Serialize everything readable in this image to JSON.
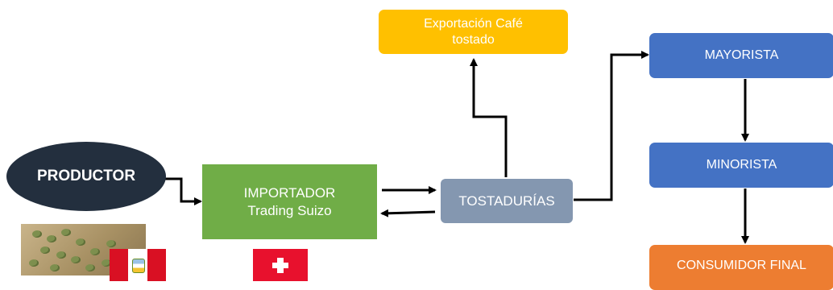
{
  "nodes": {
    "productor": {
      "label": "PRODUCTOR",
      "color": "#232f3e"
    },
    "importador": {
      "line1": "IMPORTADOR",
      "line2": "Trading Suizo",
      "color": "#70ad47"
    },
    "tostadurias": {
      "label": "TOSTADURÍAS",
      "color": "#8497b0"
    },
    "exportacion": {
      "line1": "Exportación Café",
      "line2": "tostado",
      "color": "#ffc000"
    },
    "mayorista": {
      "label": "MAYORISTA",
      "color": "#4472c4"
    },
    "minorista": {
      "label": "MINORISTA",
      "color": "#4472c4"
    },
    "consumidor": {
      "label": "CONSUMIDOR FINAL",
      "color": "#ed7d31"
    }
  },
  "images": {
    "coffee": "green-coffee-beans-sack-image",
    "peru_flag": "peru-flag-icon",
    "swiss_flag": "switzerland-flag-icon"
  },
  "edges": [
    {
      "from": "productor",
      "to": "importador"
    },
    {
      "from": "importador",
      "to": "tostadurias"
    },
    {
      "from": "tostadurias",
      "to": "importador"
    },
    {
      "from": "tostadurias",
      "to": "exportacion"
    },
    {
      "from": "tostadurias",
      "to": "mayorista"
    },
    {
      "from": "mayorista",
      "to": "minorista"
    },
    {
      "from": "minorista",
      "to": "consumidor"
    }
  ]
}
